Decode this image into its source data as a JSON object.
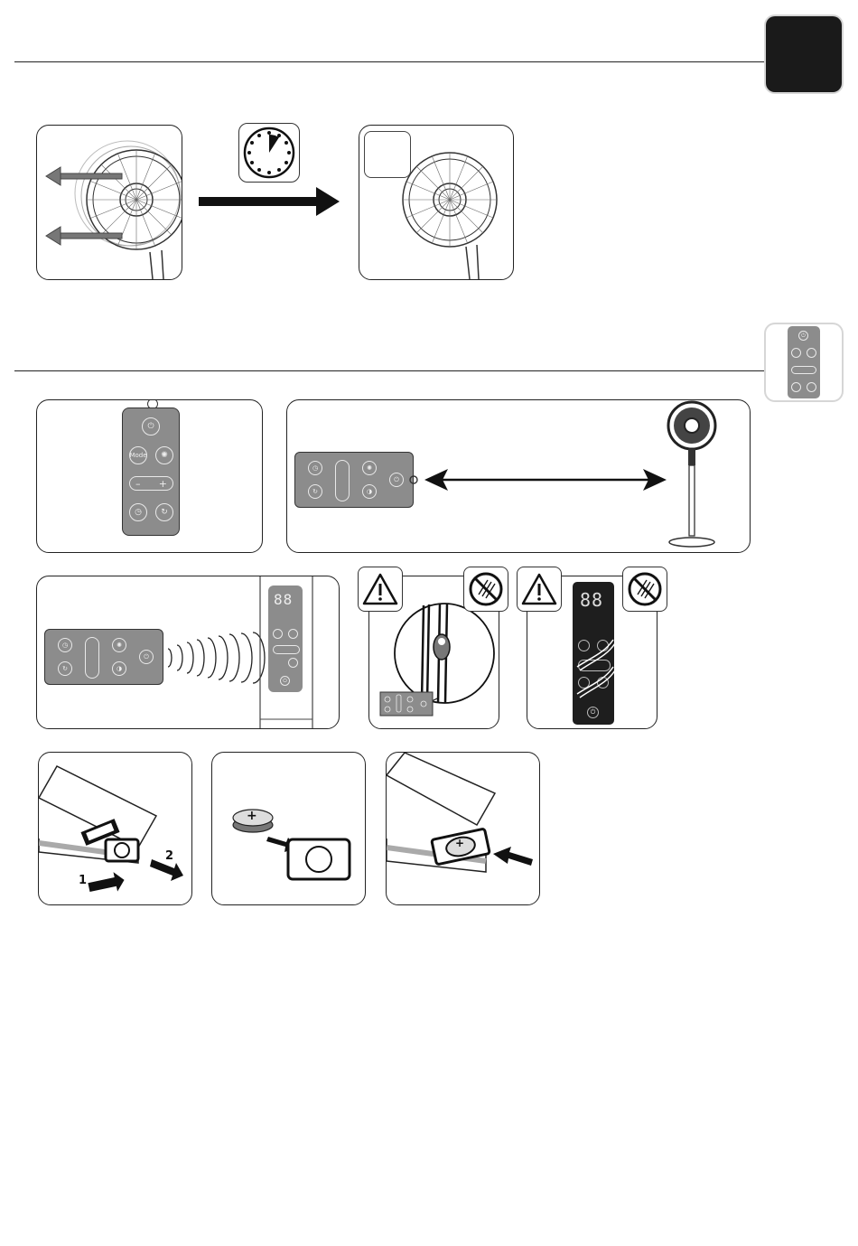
{
  "tab_top": {
    "label": ""
  },
  "mode_label": "Mode",
  "battery_steps": {
    "step1": "1",
    "step2": "2"
  },
  "display_digits": "88",
  "battery_plus": "+",
  "remote_plus": "+",
  "remote_minus": "–",
  "colors": {
    "remote_gray": "#8c8c8c",
    "dark_tab": "#1a1a1a",
    "line": "#222222",
    "panel_black": "#1e1e1e"
  }
}
